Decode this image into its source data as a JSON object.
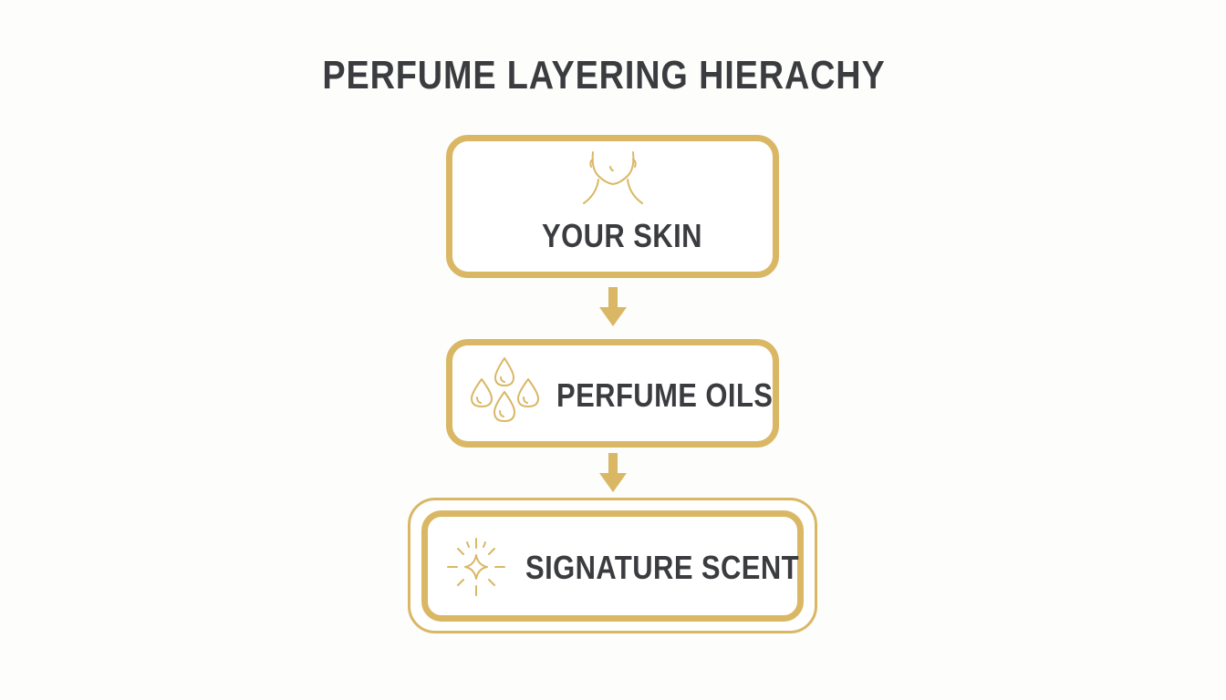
{
  "title": "PERFUME LAYERING HIERACHY",
  "colors": {
    "accent": "#d9b764",
    "text": "#3b3c3f",
    "background": "#fdfdfc"
  },
  "steps": [
    {
      "label": "YOUR SKIN",
      "icon": "face-neck-icon"
    },
    {
      "label": "PERFUME OILS",
      "icon": "oil-drops-icon"
    },
    {
      "label": "SIGNATURE SCENT",
      "icon": "sparkle-icon"
    }
  ]
}
